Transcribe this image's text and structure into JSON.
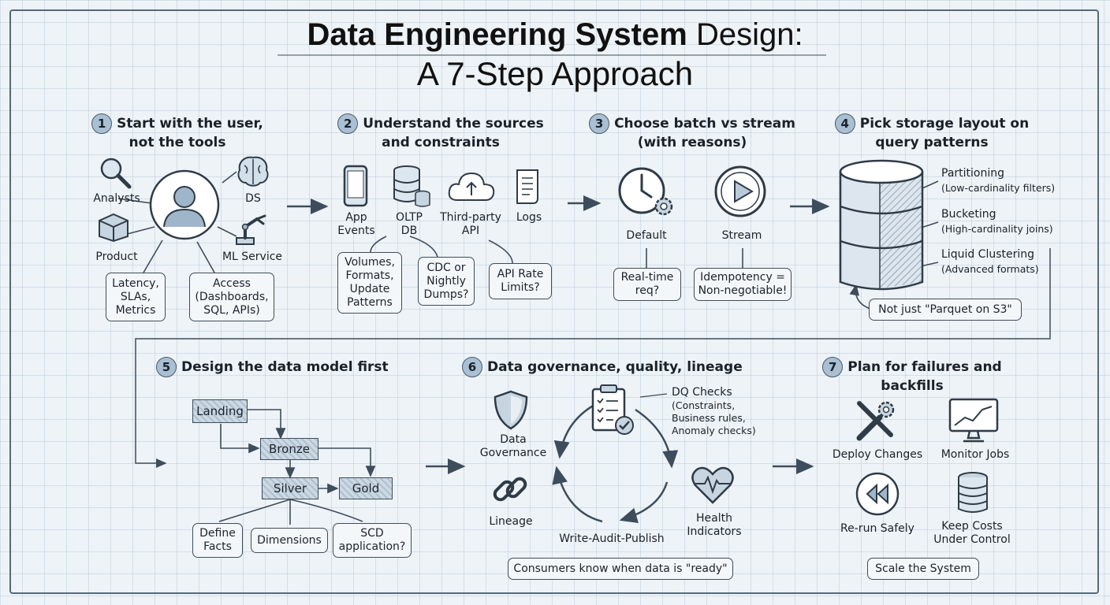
{
  "title": {
    "bold": "Data Engineering System",
    "rest": "Design:",
    "line2": "A 7-Step Approach"
  },
  "steps": [
    {
      "num": "1",
      "title_line1": "Start with the user,",
      "title_line2": "not the tools",
      "analysts": "Analysts",
      "ds": "DS",
      "product": "Product",
      "ml_service": "ML Service",
      "latency": [
        "Latency,",
        "SLAs,",
        "Metrics"
      ],
      "access": [
        "Access",
        "(Dashboards,",
        "SQL, APIs)"
      ]
    },
    {
      "num": "2",
      "title_line1": "Understand the sources",
      "title_line2": "and constraints",
      "app_events": [
        "App",
        "Events"
      ],
      "oltp": [
        "OLTP",
        "DB"
      ],
      "third_party": [
        "Third-party",
        "API"
      ],
      "logs": "Logs",
      "volumes": [
        "Volumes,",
        "Formats,",
        "Update",
        "Patterns"
      ],
      "cdc": [
        "CDC or",
        "Nightly",
        "Dumps?"
      ],
      "api_rate": [
        "API Rate",
        "Limits?"
      ]
    },
    {
      "num": "3",
      "title_line1": "Choose batch vs stream",
      "title_line2": "(with reasons)",
      "default": "Default",
      "stream": "Stream",
      "realtime": [
        "Real-time",
        "req?"
      ],
      "idempotency": [
        "Idempotency =",
        "Non-negotiable!"
      ]
    },
    {
      "num": "4",
      "title_line1": "Pick storage layout on",
      "title_line2": "query patterns",
      "partitioning": "Partitioning",
      "partitioning_sub": "(Low-cardinality filters)",
      "bucketing": "Bucketing",
      "bucketing_sub": "(High-cardinality joins)",
      "clustering": "Liquid Clustering",
      "clustering_sub": "(Advanced formats)",
      "note": "Not just \"Parquet on S3\""
    },
    {
      "num": "5",
      "title_line1": "Design the data model first",
      "landing": "Landing",
      "bronze": "Bronze",
      "silver": "Silver",
      "gold": "Gold",
      "facts": [
        "Define",
        "Facts"
      ],
      "dimensions": "Dimensions",
      "scd": [
        "SCD",
        "application?"
      ]
    },
    {
      "num": "6",
      "title_line1": "Data governance, quality, lineage",
      "governance": [
        "Data",
        "Governance"
      ],
      "lineage": "Lineage",
      "dq_title": "DQ Checks",
      "dq_sub": [
        "(Constraints,",
        "Business rules,",
        "Anomaly checks)"
      ],
      "health": [
        "Health",
        "Indicators"
      ],
      "wap": "Write-Audit-Publish",
      "ready": "Consumers know when data is \"ready\""
    },
    {
      "num": "7",
      "title_line1": "Plan for failures and",
      "title_line2": "backfills",
      "deploy": "Deploy Changes",
      "monitor": "Monitor Jobs",
      "rerun": "Re-run Safely",
      "costs": [
        "Keep Costs",
        "Under Control"
      ],
      "scale": "Scale the System"
    }
  ],
  "colors": {
    "accent": "#a9bfd3",
    "ink": "#3e4d5c",
    "grid": "#dfe8ef"
  }
}
